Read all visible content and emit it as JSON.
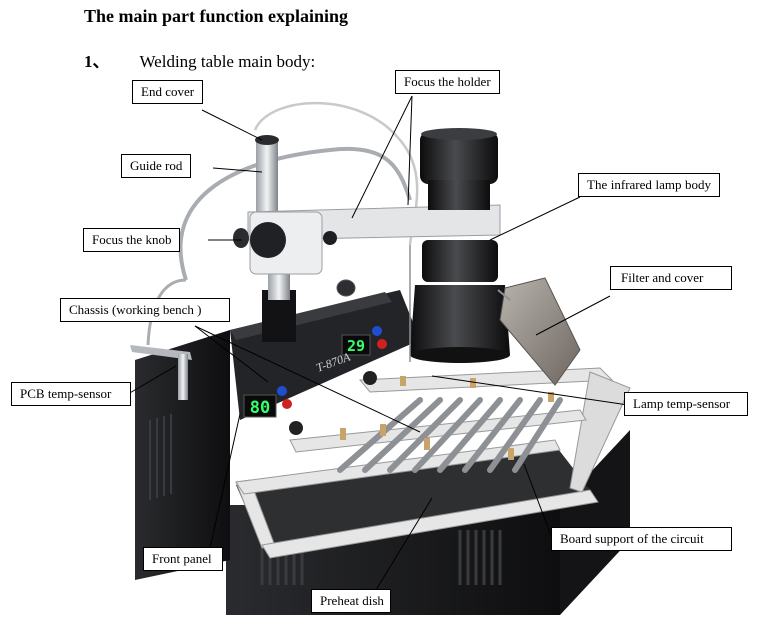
{
  "heading": "The main part function explaining",
  "section": {
    "number": "1、",
    "title": "Welding table main body:"
  },
  "display_left": "80",
  "display_right": "29",
  "model_text": "T-870A",
  "labels": {
    "end_cover": "End cover",
    "guide_rod": "Guide rod",
    "focus_knob": "Focus the knob",
    "focus_holder": "Focus the holder",
    "infrared_lamp": "The infrared lamp body",
    "filter_cover": "Filter and cover",
    "chassis": "Chassis (working bench )",
    "pcb_sensor": "PCB temp-sensor",
    "lamp_sensor": "Lamp temp-sensor",
    "board_support": "Board support of the circuit",
    "front_panel": "Front panel",
    "preheat_dish": "Preheat dish"
  },
  "colors": {
    "body": "#1b1b1d",
    "metal": "#c9ccd0",
    "frame": "#e6e6e6",
    "led": "#35ff6a",
    "knob_blue": "#1f4fd0",
    "knob_red": "#d02020"
  }
}
